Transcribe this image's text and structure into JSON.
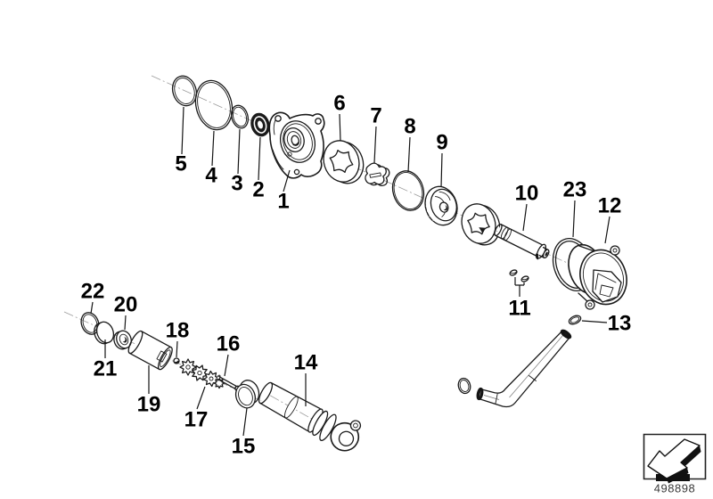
{
  "diagram": {
    "type": "exploded-parts-diagram",
    "callouts": [
      {
        "label": "1"
      },
      {
        "label": "2"
      },
      {
        "label": "3"
      },
      {
        "label": "4"
      },
      {
        "label": "5"
      },
      {
        "label": "6"
      },
      {
        "label": "7"
      },
      {
        "label": "8"
      },
      {
        "label": "9"
      },
      {
        "label": "10"
      },
      {
        "label": "11"
      },
      {
        "label": "12"
      },
      {
        "label": "13"
      },
      {
        "label": "14"
      },
      {
        "label": "15"
      },
      {
        "label": "16"
      },
      {
        "label": "17"
      },
      {
        "label": "18"
      },
      {
        "label": "19"
      },
      {
        "label": "20"
      },
      {
        "label": "21"
      },
      {
        "label": "22"
      },
      {
        "label": "23"
      }
    ],
    "footer": {
      "drawing_number": "498898",
      "nav_icon": "direction-arrow-icon"
    }
  }
}
